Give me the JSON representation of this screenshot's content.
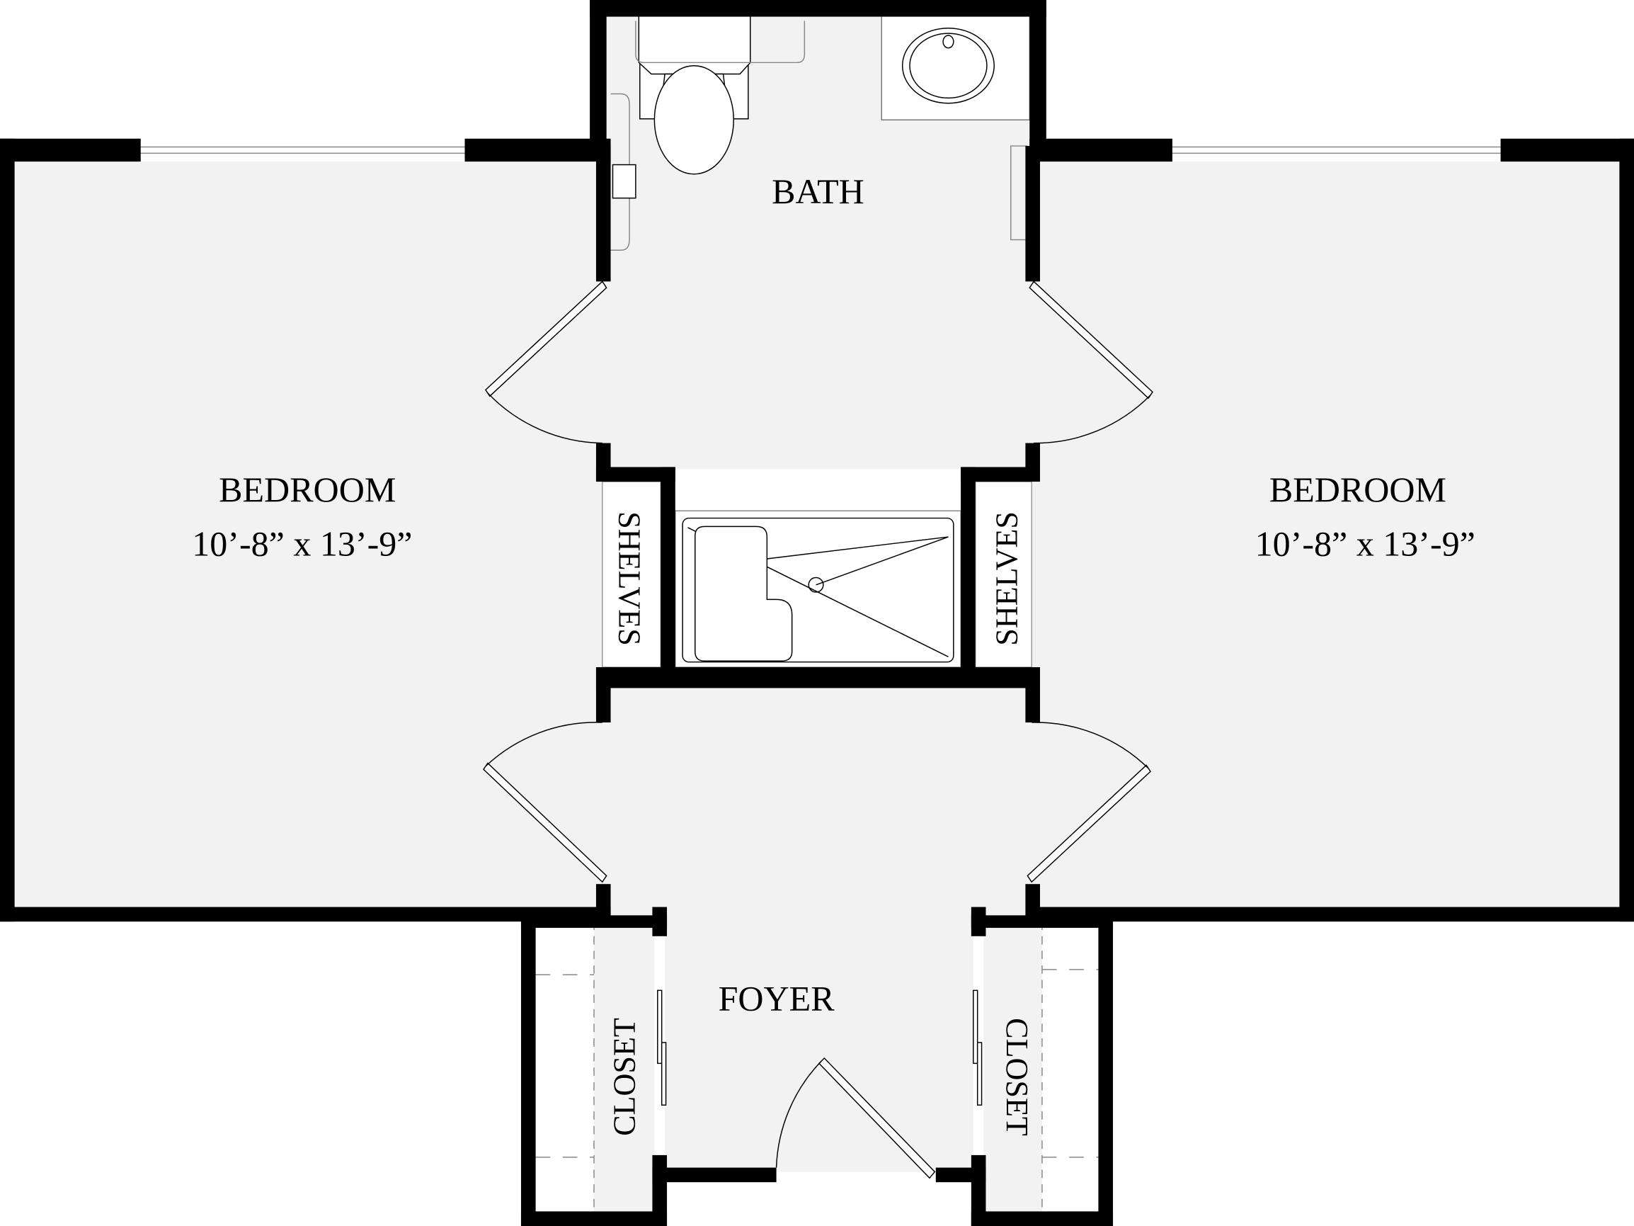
{
  "plan": {
    "rooms": {
      "bath": {
        "name": "BATH"
      },
      "bedroom_left": {
        "name": "BEDROOM",
        "dimensions": "10’-8” x 13’-9”"
      },
      "bedroom_right": {
        "name": "BEDROOM",
        "dimensions": "10’-8” x 13’-9”"
      },
      "shelves_left": {
        "name": "SHELVES"
      },
      "shelves_right": {
        "name": "SHELVES"
      },
      "foyer": {
        "name": "FOYER"
      },
      "closet_left": {
        "name": "CLOSET"
      },
      "closet_right": {
        "name": "CLOSET"
      }
    },
    "colors": {
      "wall": "#000000",
      "floor": "#f2f2f2",
      "background": "#ffffff"
    }
  }
}
